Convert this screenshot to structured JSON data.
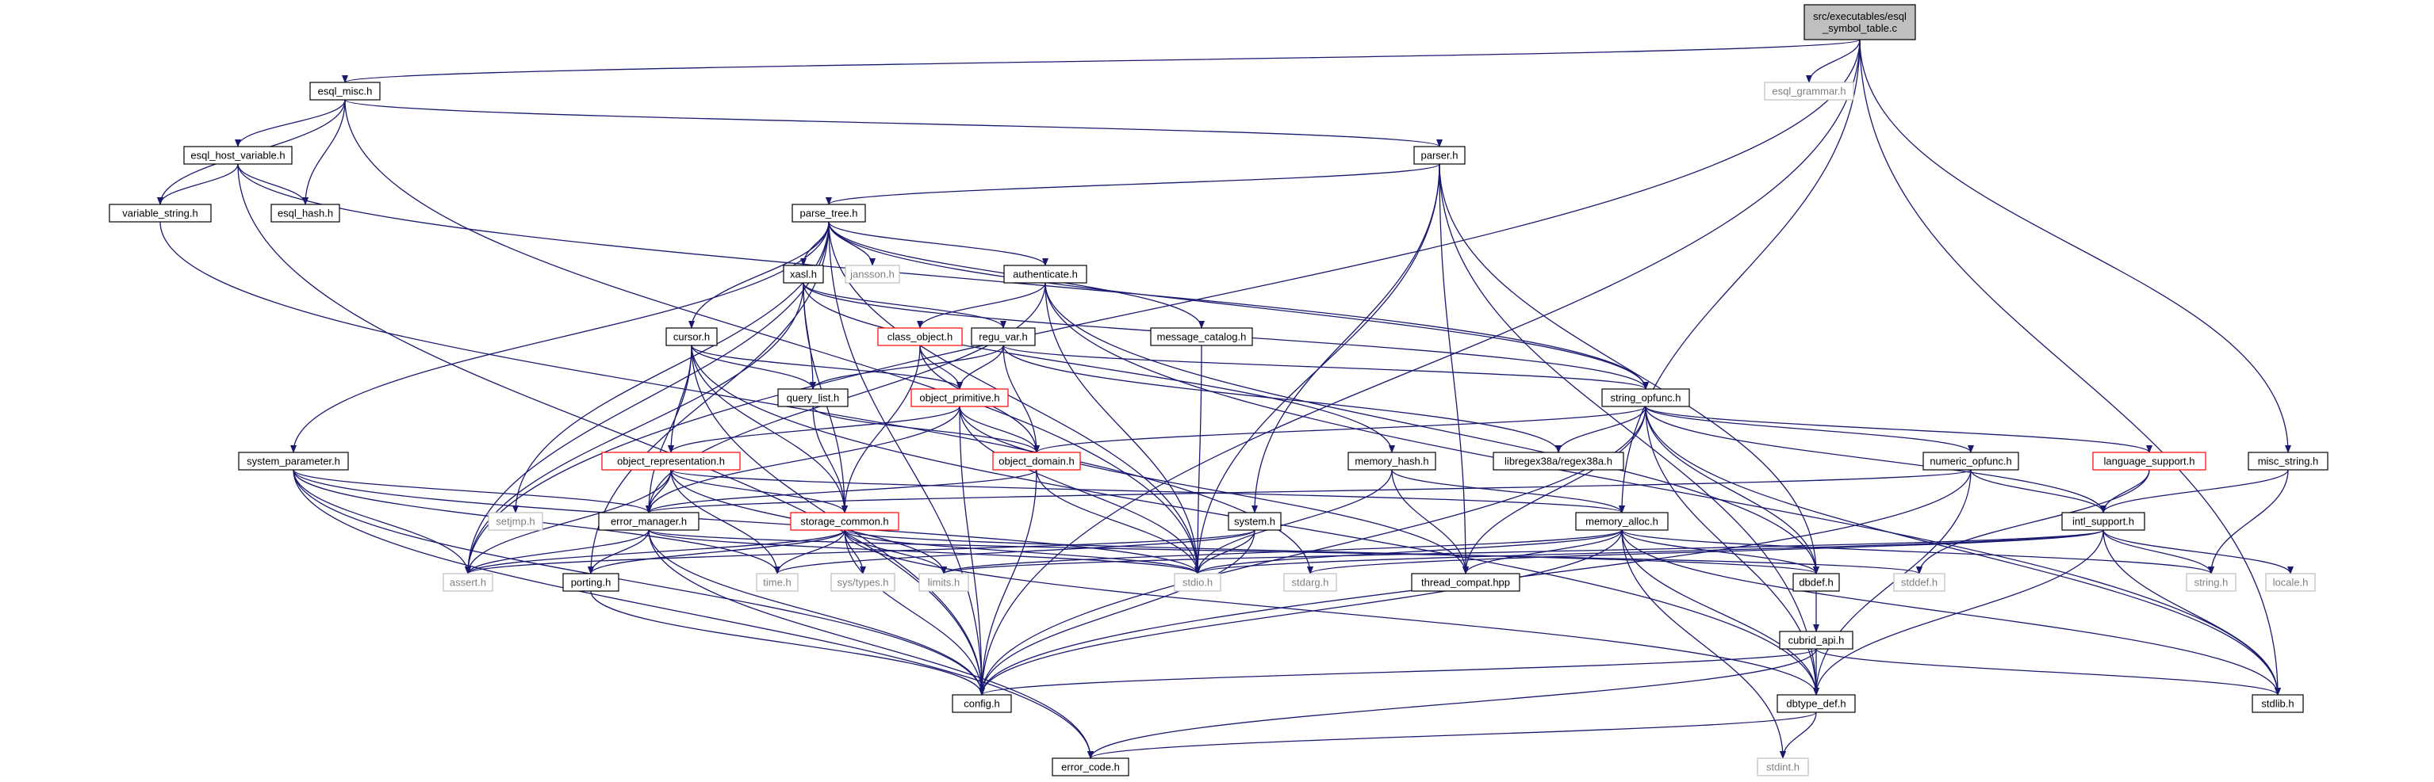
{
  "colors": {
    "edge": "#191970",
    "node_border": "#000000",
    "node_border_truncated": "#ff0000",
    "node_border_external": "#bfbfbf",
    "root_fill": "#bfbfbf",
    "node_fill": "#ffffff",
    "text": "#000000",
    "text_external": "#7f7f7f"
  },
  "graph": {
    "root": "src/executables/esql\n_symbol_table.c",
    "nodes": [
      {
        "id": "root",
        "label": "src/executables/esql\n_symbol_table.c",
        "kind": "root"
      },
      {
        "id": "esql_misc",
        "label": "esql_misc.h",
        "kind": "normal"
      },
      {
        "id": "esql_grammar",
        "label": "esql_grammar.h",
        "kind": "external"
      },
      {
        "id": "esql_host_variable",
        "label": "esql_host_variable.h",
        "kind": "normal"
      },
      {
        "id": "parser",
        "label": "parser.h",
        "kind": "normal"
      },
      {
        "id": "variable_string",
        "label": "variable_string.h",
        "kind": "normal"
      },
      {
        "id": "esql_hash",
        "label": "esql_hash.h",
        "kind": "normal"
      },
      {
        "id": "parse_tree",
        "label": "parse_tree.h",
        "kind": "normal"
      },
      {
        "id": "xasl",
        "label": "xasl.h",
        "kind": "normal"
      },
      {
        "id": "jansson",
        "label": "jansson.h",
        "kind": "external"
      },
      {
        "id": "authenticate",
        "label": "authenticate.h",
        "kind": "normal"
      },
      {
        "id": "class_object",
        "label": "class_object.h",
        "kind": "truncated"
      },
      {
        "id": "regu_var",
        "label": "regu_var.h",
        "kind": "normal"
      },
      {
        "id": "message_catalog",
        "label": "message_catalog.h",
        "kind": "normal"
      },
      {
        "id": "cursor",
        "label": "cursor.h",
        "kind": "normal"
      },
      {
        "id": "query_list",
        "label": "query_list.h",
        "kind": "normal"
      },
      {
        "id": "object_primitive",
        "label": "object_primitive.h",
        "kind": "truncated"
      },
      {
        "id": "string_opfunc",
        "label": "string_opfunc.h",
        "kind": "normal"
      },
      {
        "id": "system_parameter",
        "label": "system_parameter.h",
        "kind": "normal"
      },
      {
        "id": "object_representation",
        "label": "object_representation.h",
        "kind": "truncated"
      },
      {
        "id": "object_domain",
        "label": "object_domain.h",
        "kind": "truncated"
      },
      {
        "id": "regex38a",
        "label": "libregex38a/regex38a.h",
        "kind": "normal"
      },
      {
        "id": "memory_hash",
        "label": "memory_hash.h",
        "kind": "normal"
      },
      {
        "id": "numeric_opfunc",
        "label": "numeric_opfunc.h",
        "kind": "normal"
      },
      {
        "id": "language_support",
        "label": "language_support.h",
        "kind": "truncated"
      },
      {
        "id": "misc_string",
        "label": "misc_string.h",
        "kind": "normal"
      },
      {
        "id": "setjmp",
        "label": "setjmp.h",
        "kind": "external"
      },
      {
        "id": "error_manager",
        "label": "error_manager.h",
        "kind": "normal"
      },
      {
        "id": "storage_common",
        "label": "storage_common.h",
        "kind": "truncated"
      },
      {
        "id": "system",
        "label": "system.h",
        "kind": "normal"
      },
      {
        "id": "memory_alloc",
        "label": "memory_alloc.h",
        "kind": "normal"
      },
      {
        "id": "intl_support",
        "label": "intl_support.h",
        "kind": "normal"
      },
      {
        "id": "assert",
        "label": "assert.h",
        "kind": "external"
      },
      {
        "id": "porting",
        "label": "porting.h",
        "kind": "normal"
      },
      {
        "id": "time",
        "label": "time.h",
        "kind": "external"
      },
      {
        "id": "systypes",
        "label": "sys/types.h",
        "kind": "external"
      },
      {
        "id": "limits",
        "label": "limits.h",
        "kind": "external"
      },
      {
        "id": "stdio",
        "label": "stdio.h",
        "kind": "external"
      },
      {
        "id": "stdarg",
        "label": "stdarg.h",
        "kind": "external"
      },
      {
        "id": "thread_compat",
        "label": "thread_compat.hpp",
        "kind": "normal"
      },
      {
        "id": "dbdef",
        "label": "dbdef.h",
        "kind": "normal"
      },
      {
        "id": "stddef",
        "label": "stddef.h",
        "kind": "external"
      },
      {
        "id": "string",
        "label": "string.h",
        "kind": "external"
      },
      {
        "id": "locale",
        "label": "locale.h",
        "kind": "external"
      },
      {
        "id": "cubrid_api",
        "label": "cubrid_api.h",
        "kind": "normal"
      },
      {
        "id": "config",
        "label": "config.h",
        "kind": "normal"
      },
      {
        "id": "dbtype_def",
        "label": "dbtype_def.h",
        "kind": "normal"
      },
      {
        "id": "stdlib",
        "label": "stdlib.h",
        "kind": "normal"
      },
      {
        "id": "error_code",
        "label": "error_code.h",
        "kind": "normal"
      },
      {
        "id": "stdint",
        "label": "stdint.h",
        "kind": "external"
      }
    ],
    "edges": [
      [
        "root",
        "esql_misc"
      ],
      [
        "root",
        "esql_grammar"
      ],
      [
        "root",
        "assert"
      ],
      [
        "root",
        "memory_alloc"
      ],
      [
        "root",
        "config"
      ],
      [
        "root",
        "misc_string"
      ],
      [
        "root",
        "stdlib"
      ],
      [
        "esql_misc",
        "esql_host_variable"
      ],
      [
        "esql_misc",
        "variable_string"
      ],
      [
        "esql_misc",
        "esql_hash"
      ],
      [
        "esql_misc",
        "parser"
      ],
      [
        "esql_misc",
        "stdio"
      ],
      [
        "esql_host_variable",
        "variable_string"
      ],
      [
        "esql_host_variable",
        "esql_hash"
      ],
      [
        "esql_host_variable",
        "config"
      ],
      [
        "esql_host_variable",
        "string_opfunc"
      ],
      [
        "variable_string",
        "stdarg"
      ],
      [
        "parser",
        "parse_tree"
      ],
      [
        "parser",
        "system"
      ],
      [
        "parser",
        "stdio"
      ],
      [
        "parser",
        "dbdef"
      ],
      [
        "parser",
        "dbtype_def"
      ],
      [
        "parser",
        "thread_compat"
      ],
      [
        "parse_tree",
        "xasl"
      ],
      [
        "parse_tree",
        "jansson"
      ],
      [
        "parse_tree",
        "authenticate"
      ],
      [
        "parse_tree",
        "message_catalog"
      ],
      [
        "parse_tree",
        "cursor"
      ],
      [
        "parse_tree",
        "string_opfunc"
      ],
      [
        "parse_tree",
        "system_parameter"
      ],
      [
        "parse_tree",
        "setjmp"
      ],
      [
        "parse_tree",
        "config"
      ],
      [
        "parse_tree",
        "porting"
      ],
      [
        "parse_tree",
        "assert"
      ],
      [
        "parse_tree",
        "stdio"
      ],
      [
        "xasl",
        "regu_var"
      ],
      [
        "xasl",
        "query_list"
      ],
      [
        "xasl",
        "storage_common"
      ],
      [
        "xasl",
        "memory_hash"
      ],
      [
        "xasl",
        "string_opfunc"
      ],
      [
        "xasl",
        "assert"
      ],
      [
        "authenticate",
        "class_object"
      ],
      [
        "authenticate",
        "error_manager"
      ],
      [
        "authenticate",
        "stdio"
      ],
      [
        "authenticate",
        "dbdef"
      ],
      [
        "authenticate",
        "stdlib"
      ],
      [
        "class_object",
        "object_primitive"
      ],
      [
        "class_object",
        "object_domain"
      ],
      [
        "class_object",
        "storage_common"
      ],
      [
        "regu_var",
        "query_list"
      ],
      [
        "regu_var",
        "object_domain"
      ],
      [
        "regu_var",
        "string_opfunc"
      ],
      [
        "regu_var",
        "regex38a"
      ],
      [
        "regu_var",
        "object_primitive"
      ],
      [
        "message_catalog",
        "stdio"
      ],
      [
        "cursor",
        "query_list"
      ],
      [
        "cursor",
        "object_representation"
      ],
      [
        "cursor",
        "storage_common"
      ],
      [
        "cursor",
        "error_manager"
      ],
      [
        "cursor",
        "object_primitive"
      ],
      [
        "cursor",
        "config"
      ],
      [
        "cursor",
        "dbtype_def"
      ],
      [
        "query_list",
        "storage_common"
      ],
      [
        "query_list",
        "object_domain"
      ],
      [
        "object_primitive",
        "object_representation"
      ],
      [
        "object_primitive",
        "object_domain"
      ],
      [
        "object_primitive",
        "error_manager"
      ],
      [
        "object_primitive",
        "thread_compat"
      ],
      [
        "object_primitive",
        "config"
      ],
      [
        "object_primitive",
        "stdio"
      ],
      [
        "string_opfunc",
        "regex38a"
      ],
      [
        "string_opfunc",
        "object_domain"
      ],
      [
        "string_opfunc",
        "numeric_opfunc"
      ],
      [
        "string_opfunc",
        "language_support"
      ],
      [
        "string_opfunc",
        "intl_support"
      ],
      [
        "string_opfunc",
        "config"
      ],
      [
        "string_opfunc",
        "thread_compat"
      ],
      [
        "string_opfunc",
        "dbtype_def"
      ],
      [
        "string_opfunc",
        "stdlib"
      ],
      [
        "string_opfunc",
        "dbdef"
      ],
      [
        "system_parameter",
        "error_manager"
      ],
      [
        "system_parameter",
        "config"
      ],
      [
        "system_parameter",
        "assert"
      ],
      [
        "system_parameter",
        "error_code"
      ],
      [
        "system_parameter",
        "stdio"
      ],
      [
        "system_parameter",
        "time"
      ],
      [
        "object_representation",
        "error_manager"
      ],
      [
        "object_representation",
        "storage_common"
      ],
      [
        "object_representation",
        "memory_alloc"
      ],
      [
        "object_representation",
        "assert"
      ],
      [
        "object_representation",
        "limits"
      ],
      [
        "object_representation",
        "time"
      ],
      [
        "object_domain",
        "error_manager"
      ],
      [
        "object_domain",
        "config"
      ],
      [
        "object_domain",
        "stdio"
      ],
      [
        "memory_hash",
        "memory_alloc"
      ],
      [
        "memory_hash",
        "stdio"
      ],
      [
        "memory_hash",
        "thread_compat"
      ],
      [
        "numeric_opfunc",
        "error_manager"
      ],
      [
        "numeric_opfunc",
        "intl_support"
      ],
      [
        "numeric_opfunc",
        "dbtype_def"
      ],
      [
        "numeric_opfunc",
        "config"
      ],
      [
        "language_support",
        "intl_support"
      ],
      [
        "language_support",
        "stddef"
      ],
      [
        "misc_string",
        "intl_support"
      ],
      [
        "misc_string",
        "string"
      ],
      [
        "error_manager",
        "assert"
      ],
      [
        "error_manager",
        "porting"
      ],
      [
        "error_manager",
        "config"
      ],
      [
        "error_manager",
        "stdio"
      ],
      [
        "error_manager",
        "error_code"
      ],
      [
        "error_manager",
        "stddef"
      ],
      [
        "storage_common",
        "porting"
      ],
      [
        "storage_common",
        "dbdef"
      ],
      [
        "storage_common",
        "dbtype_def"
      ],
      [
        "storage_common",
        "assert"
      ],
      [
        "storage_common",
        "time"
      ],
      [
        "storage_common",
        "systypes"
      ],
      [
        "storage_common",
        "limits"
      ],
      [
        "storage_common",
        "stdio"
      ],
      [
        "storage_common",
        "config"
      ],
      [
        "system",
        "config"
      ],
      [
        "system",
        "assert"
      ],
      [
        "system",
        "stdio"
      ],
      [
        "system",
        "time"
      ],
      [
        "memory_alloc",
        "thread_compat"
      ],
      [
        "memory_alloc",
        "stdint"
      ],
      [
        "memory_alloc",
        "dbtype_def"
      ],
      [
        "memory_alloc",
        "config"
      ],
      [
        "memory_alloc",
        "stdlib"
      ],
      [
        "memory_alloc",
        "dbdef"
      ],
      [
        "memory_alloc",
        "stdio"
      ],
      [
        "memory_alloc",
        "limits"
      ],
      [
        "memory_alloc",
        "string"
      ],
      [
        "intl_support",
        "string"
      ],
      [
        "intl_support",
        "locale"
      ],
      [
        "intl_support",
        "stdlib"
      ],
      [
        "intl_support",
        "dbtype_def"
      ],
      [
        "intl_support",
        "stdio"
      ],
      [
        "intl_support",
        "stdarg"
      ],
      [
        "intl_support",
        "limits"
      ],
      [
        "porting",
        "config"
      ],
      [
        "dbdef",
        "cubrid_api"
      ],
      [
        "cubrid_api",
        "dbtype_def"
      ],
      [
        "cubrid_api",
        "config"
      ],
      [
        "cubrid_api",
        "error_code"
      ],
      [
        "cubrid_api",
        "stdlib"
      ],
      [
        "dbtype_def",
        "stdint"
      ],
      [
        "dbtype_def",
        "error_code"
      ]
    ]
  }
}
